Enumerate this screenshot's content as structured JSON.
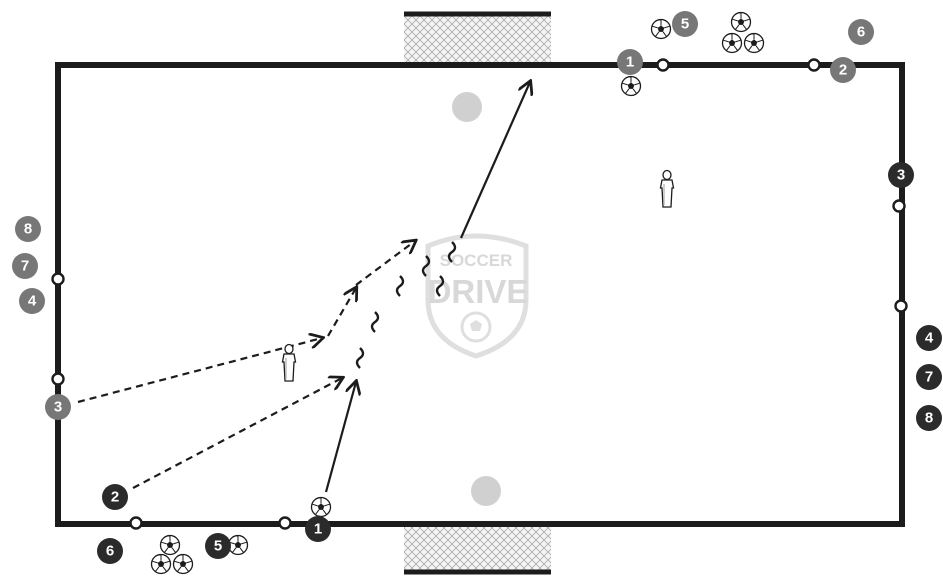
{
  "logo": {
    "line1": "SOCCER",
    "line2": "DRIVE"
  },
  "players": {
    "dark_team": {
      "color": "#2b2b2b",
      "numbers": [
        "1",
        "2",
        "3",
        "4",
        "5",
        "6",
        "7",
        "8"
      ]
    },
    "grey_team": {
      "color": "#777777",
      "numbers": [
        "1",
        "2",
        "3",
        "4",
        "5",
        "6",
        "7",
        "8"
      ]
    }
  },
  "colors": {
    "field_line": "#1c1c1c",
    "goal_net": "#bfbfbf",
    "target_zone": "#d0d0d0",
    "arrow": "#1c1c1c"
  },
  "icons": [
    "soccer-ball-icon",
    "mannequin-icon",
    "cone-marker-icon",
    "goal-net-icon",
    "target-zone-icon"
  ]
}
